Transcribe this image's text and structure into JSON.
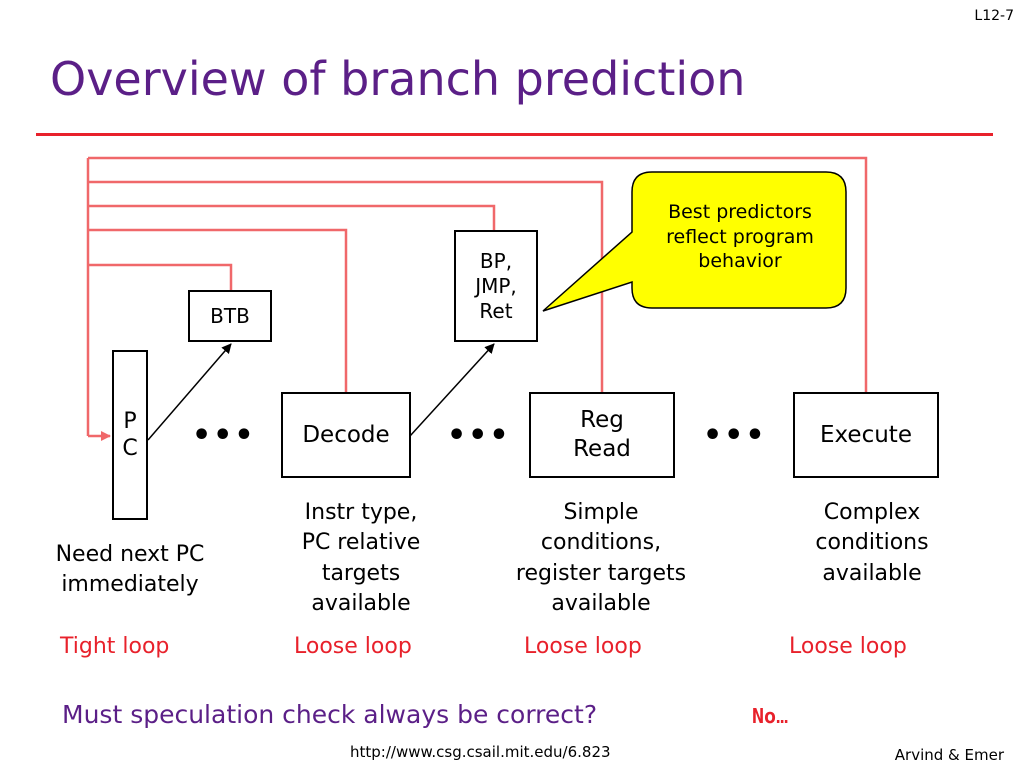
{
  "slide_number": "L12-7",
  "title": "Overview of branch prediction",
  "boxes": {
    "pc": [
      "P",
      "C"
    ],
    "btb": "BTB",
    "bp": [
      "BP,",
      "JMP,",
      "Ret"
    ],
    "decode": "Decode",
    "regread": [
      "Reg",
      "Read"
    ],
    "execute": "Execute"
  },
  "ellipsis": "•••",
  "callout": [
    "Best predictors",
    "reflect program",
    "behavior"
  ],
  "descriptions": {
    "pc": [
      "Need next PC",
      "immediately"
    ],
    "decode": [
      "Instr type,",
      "PC relative",
      "targets",
      "available"
    ],
    "regread": [
      "Simple",
      "conditions,",
      "register targets",
      "available"
    ],
    "execute": [
      "Complex",
      "conditions",
      "available"
    ]
  },
  "loops": {
    "pc": "Tight loop",
    "decode": "Loose loop",
    "regread": "Loose loop",
    "execute": "Loose loop"
  },
  "question": "Must speculation check always be correct?",
  "answer": {
    "bold": "No",
    "rest": "…"
  },
  "footer": {
    "url": "http://www.csg.csail.mit.edu/6.823",
    "author": "Arvind & Emer"
  },
  "colors": {
    "title": "#5b1f87",
    "accent_red": "#e8212b",
    "feedback_lines": "#f0686a",
    "callout_fill": "#ffff00"
  }
}
